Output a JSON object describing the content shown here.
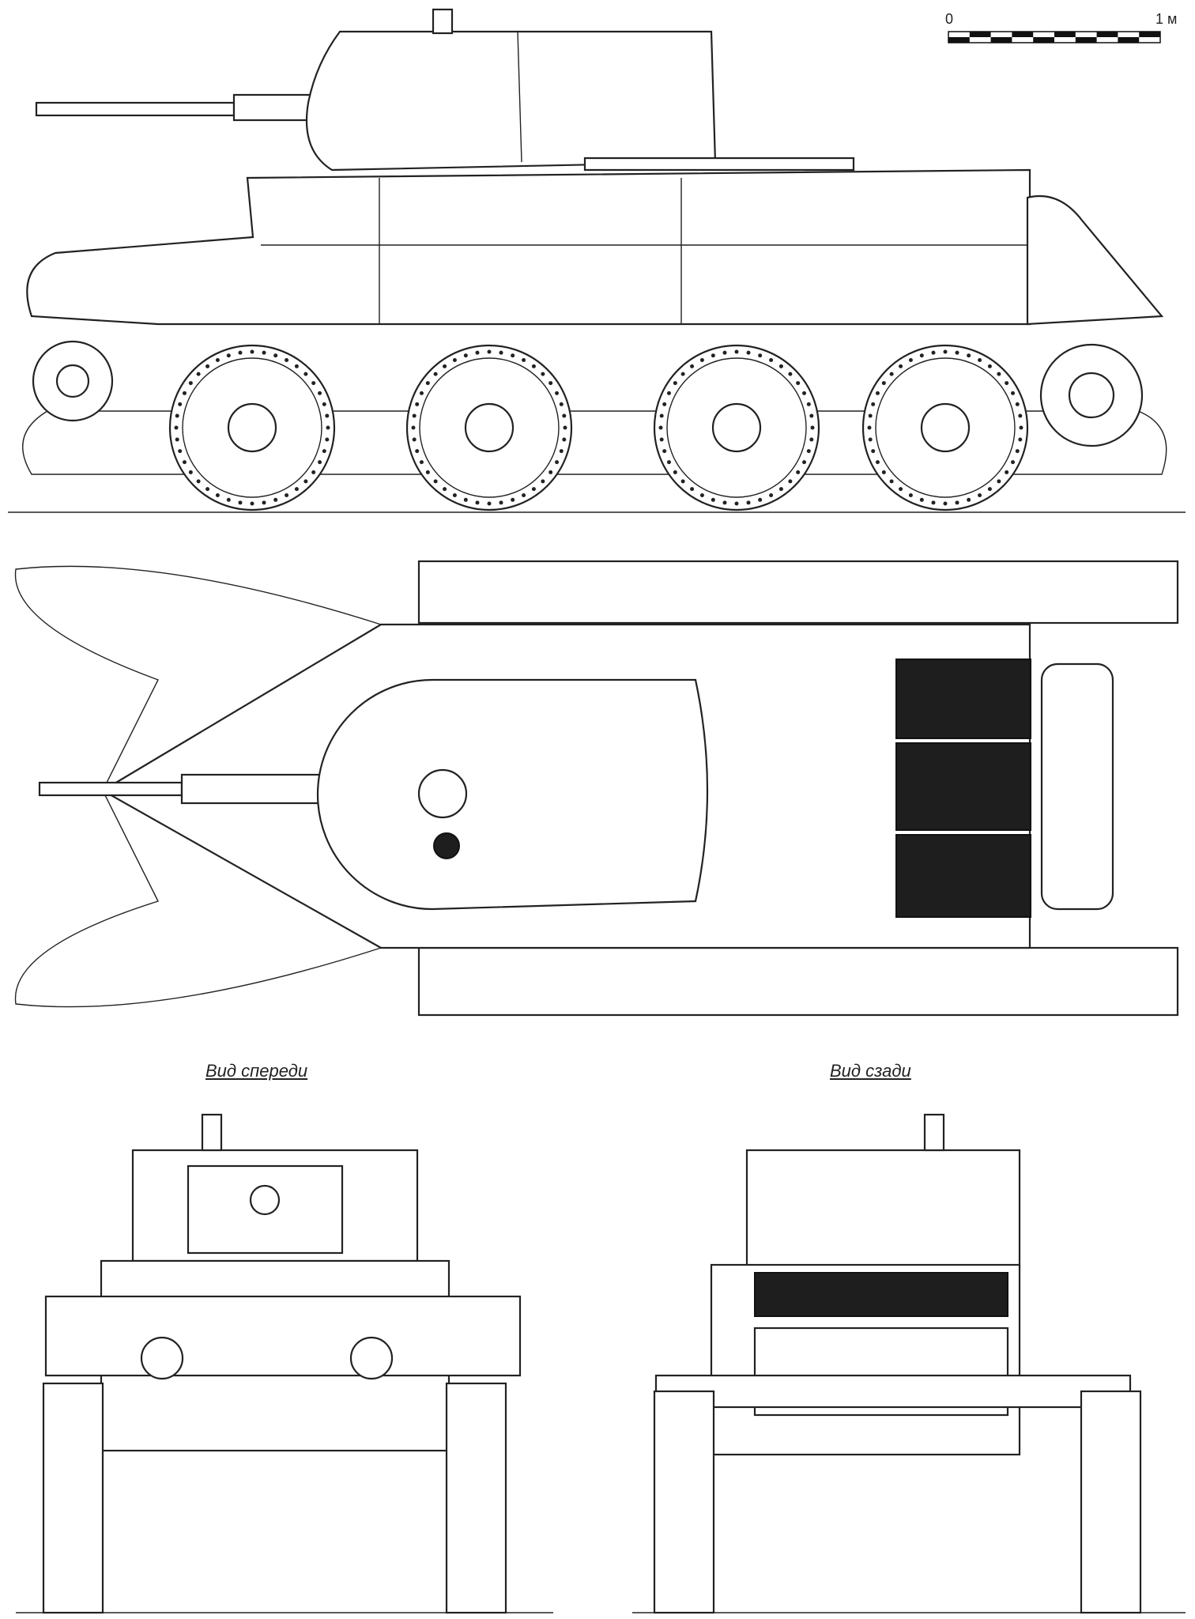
{
  "scale_bar": {
    "start_label": "0",
    "end_label": "1 м"
  },
  "views": {
    "front_label": "Вид спереди",
    "rear_label": "Вид сзади"
  }
}
